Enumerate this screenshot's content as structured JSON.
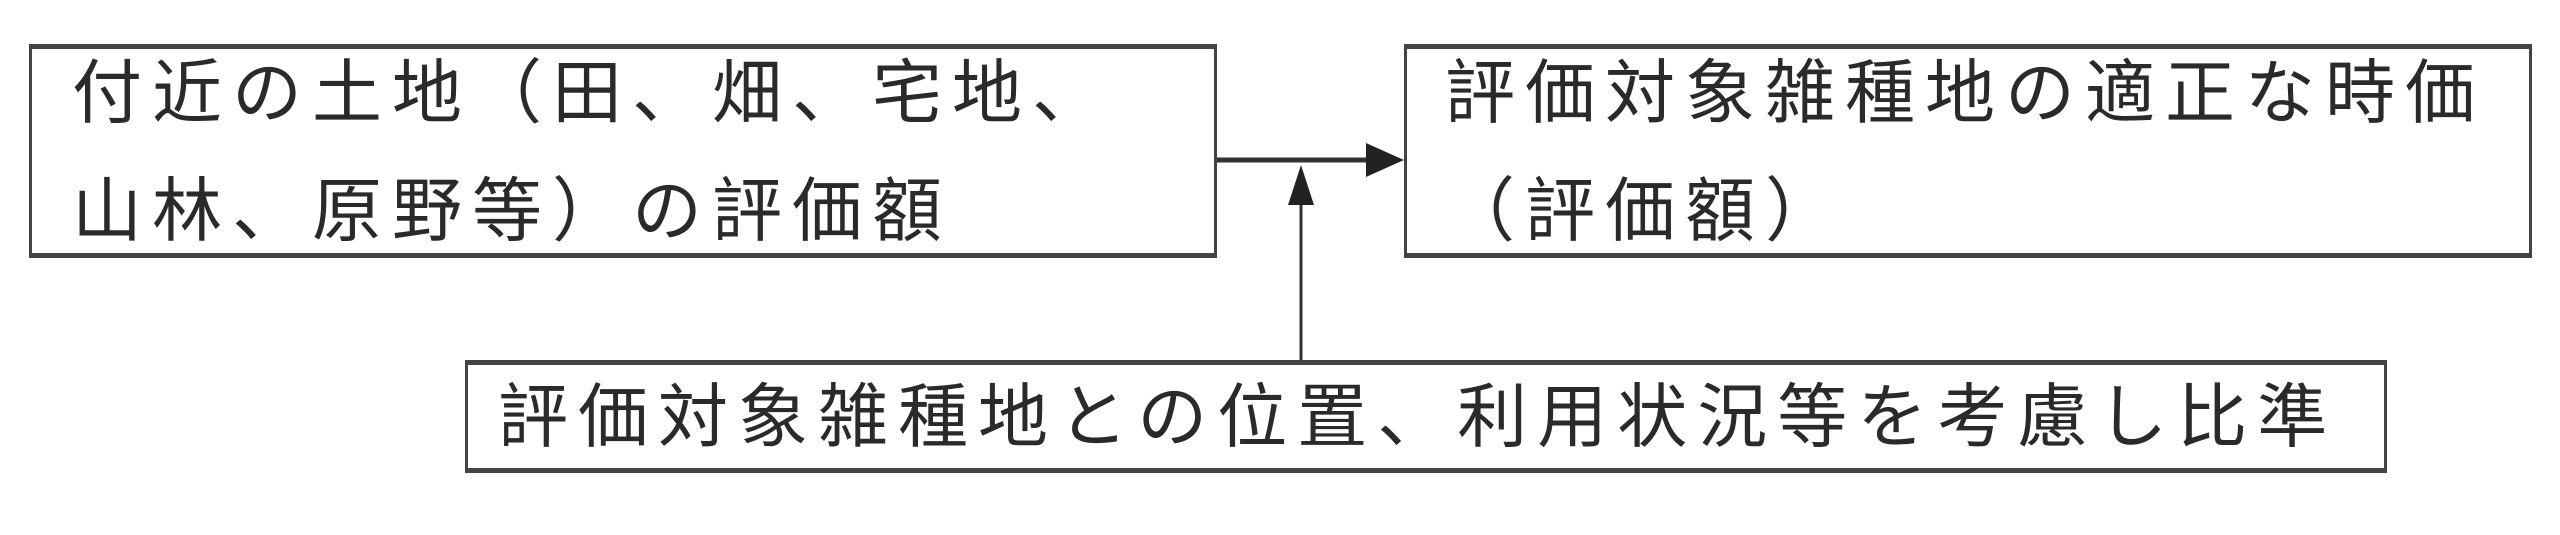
{
  "boxes": {
    "source": {
      "lines": [
        "付近の土地（田、畑、宅地、",
        "山林、原野等）の評価額"
      ]
    },
    "target": {
      "lines": [
        "評価対象雑種地の適正な時価",
        "（評価額）"
      ]
    },
    "adjustment": {
      "lines": [
        "評価対象雑種地との位置、利用状況等を考慮し比準"
      ]
    }
  },
  "colors": {
    "line": "#333333",
    "text": "#2a2a2a"
  }
}
